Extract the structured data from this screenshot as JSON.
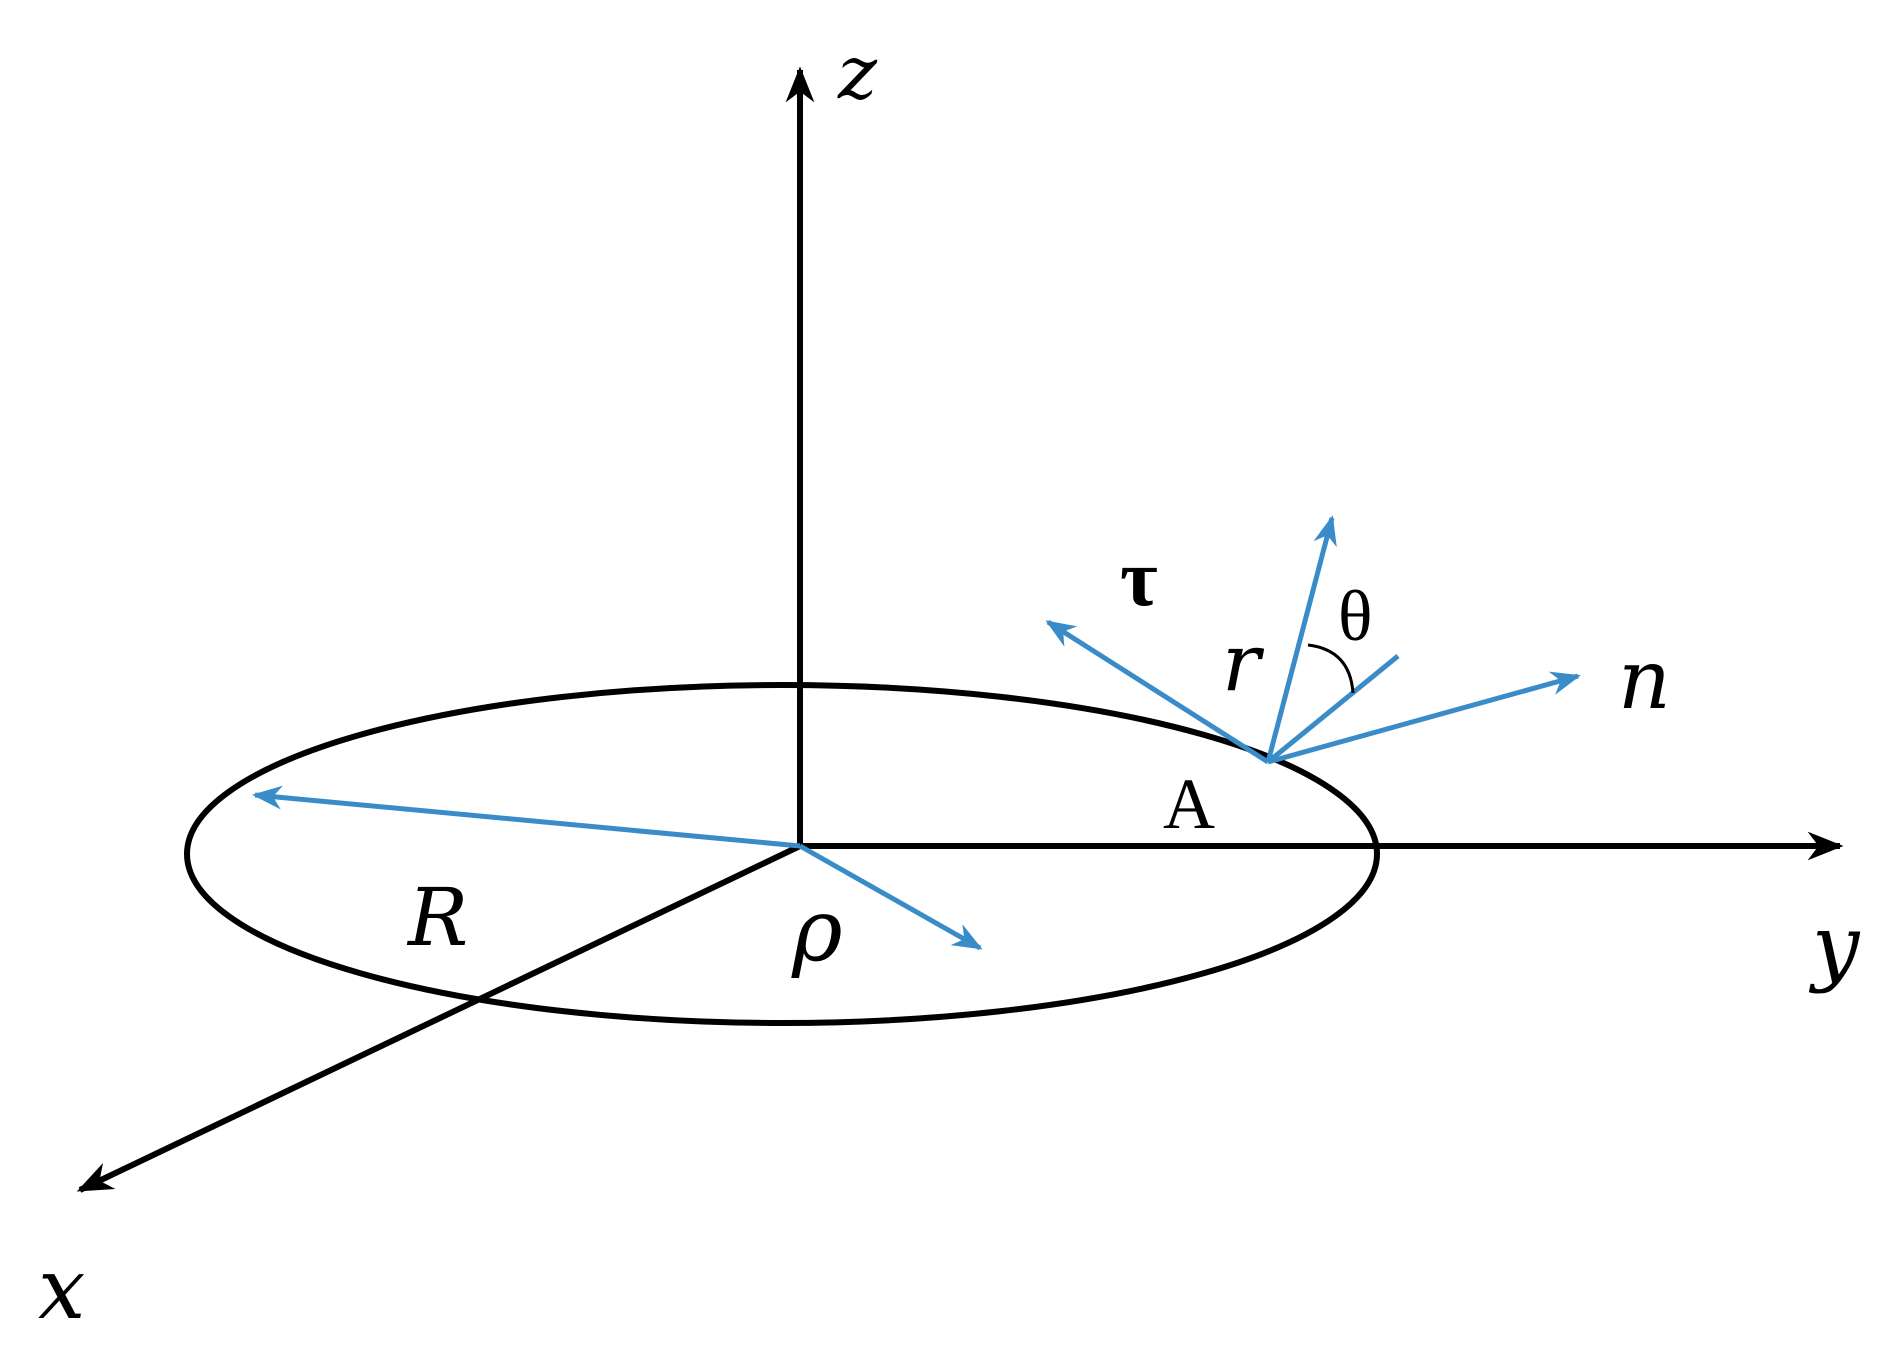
{
  "colors": {
    "axis": "#000000",
    "vector": "#3a8cc8",
    "background": "#ffffff"
  },
  "labels": {
    "z_axis": "z",
    "y_axis": "y",
    "x_axis": "x",
    "radius": "R",
    "rho": "ρ",
    "point": "A",
    "tau": "τ",
    "r_vector": "r",
    "theta": "θ",
    "normal": "n"
  }
}
